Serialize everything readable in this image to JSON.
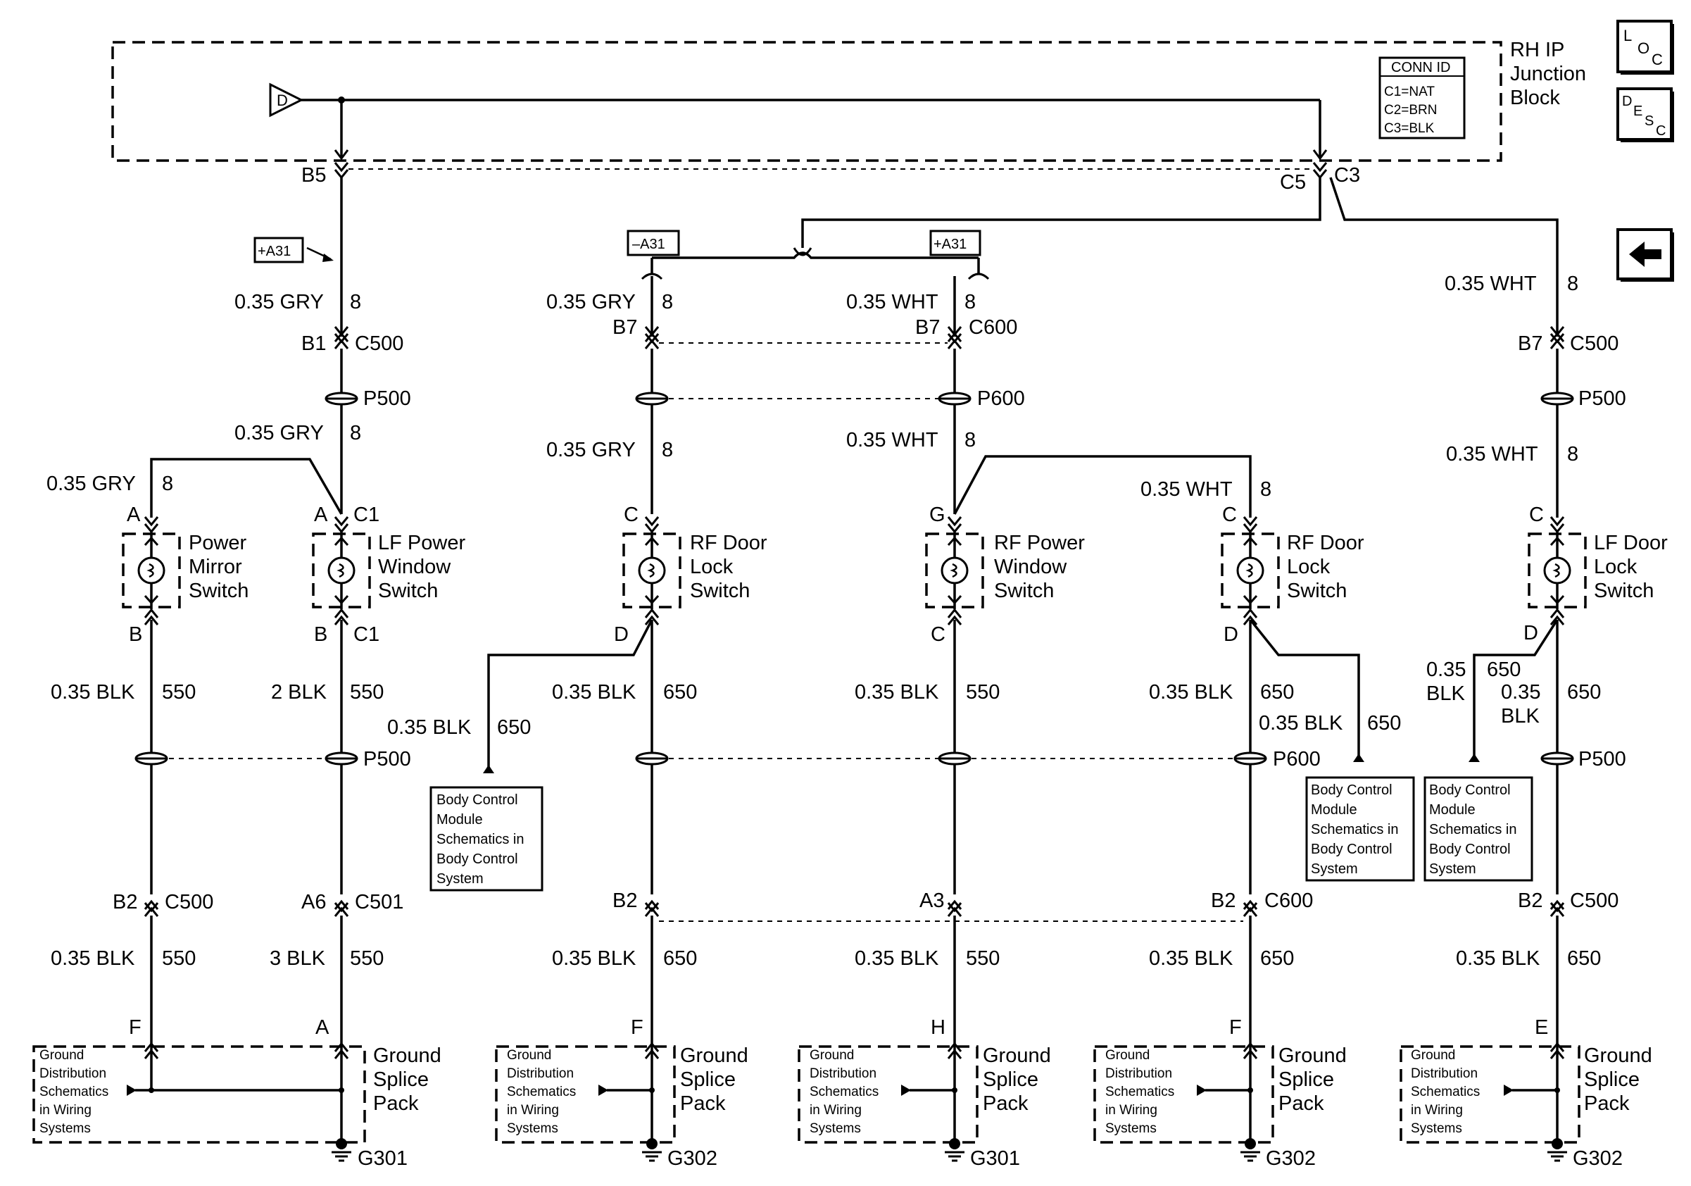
{
  "block": {
    "line1": "RH IP",
    "line2": "Junction",
    "line3": "Block",
    "source_letter": "D"
  },
  "conn_id": {
    "title": "CONN ID",
    "c1": "C1=NAT",
    "c2": "C2=BRN",
    "c3": "C3=BLK"
  },
  "nav": {
    "loc_main": "L",
    "loc_sub1": "O",
    "loc_sub2": "C",
    "desc_main": "D",
    "desc_sub1": "E",
    "desc_sub2": "S",
    "desc_sub3": "C",
    "back_icon": "left-arrow-icon"
  },
  "options": {
    "minus": "–A31",
    "plus": "+A31"
  },
  "pins": {
    "b5": "B5",
    "c5": "C5",
    "c3": "C3",
    "b1": "B1",
    "c500": "C500",
    "b7": "B7",
    "c600": "C600",
    "a": "A",
    "b": "B",
    "c": "C",
    "d": "D",
    "g": "G",
    "c1": "C1",
    "b2": "B2",
    "a6": "A6",
    "c501": "C501",
    "a3": "A3",
    "f": "F",
    "h": "H",
    "e": "E"
  },
  "splices": {
    "p500": "P500",
    "p600": "P600"
  },
  "wires": {
    "gry": "0.35 GRY",
    "wht": "0.35 WHT",
    "blk": "0.35 BLK",
    "blk2": "2 BLK",
    "blk3": "3 BLK",
    "b035": "0.35",
    "blkword": "BLK",
    "c8": "8",
    "c550": "550",
    "c650": "650"
  },
  "components": {
    "power_mirror_switch": [
      "Power",
      "Mirror",
      "Switch"
    ],
    "lf_power_window_switch": [
      "LF Power",
      "Window",
      "Switch"
    ],
    "rf_door_lock_switch": [
      "RF Door",
      "Lock",
      "Switch"
    ],
    "rf_power_window_switch": [
      "RF Power",
      "Window",
      "Switch"
    ],
    "rf_door_lock_switch_2": [
      "RF Door",
      "Lock",
      "Switch"
    ],
    "lf_door_lock_switch": [
      "LF Door",
      "Lock",
      "Switch"
    ]
  },
  "bcm_ref": [
    "Body Control",
    "Module",
    "Schematics in",
    "Body Control",
    "System"
  ],
  "ground_ref": [
    "Ground",
    "Distribution",
    "Schematics",
    "in Wiring",
    "Systems"
  ],
  "ground_splice": [
    "Ground",
    "Splice",
    "Pack"
  ],
  "grounds": {
    "g301": "G301",
    "g302": "G302"
  }
}
